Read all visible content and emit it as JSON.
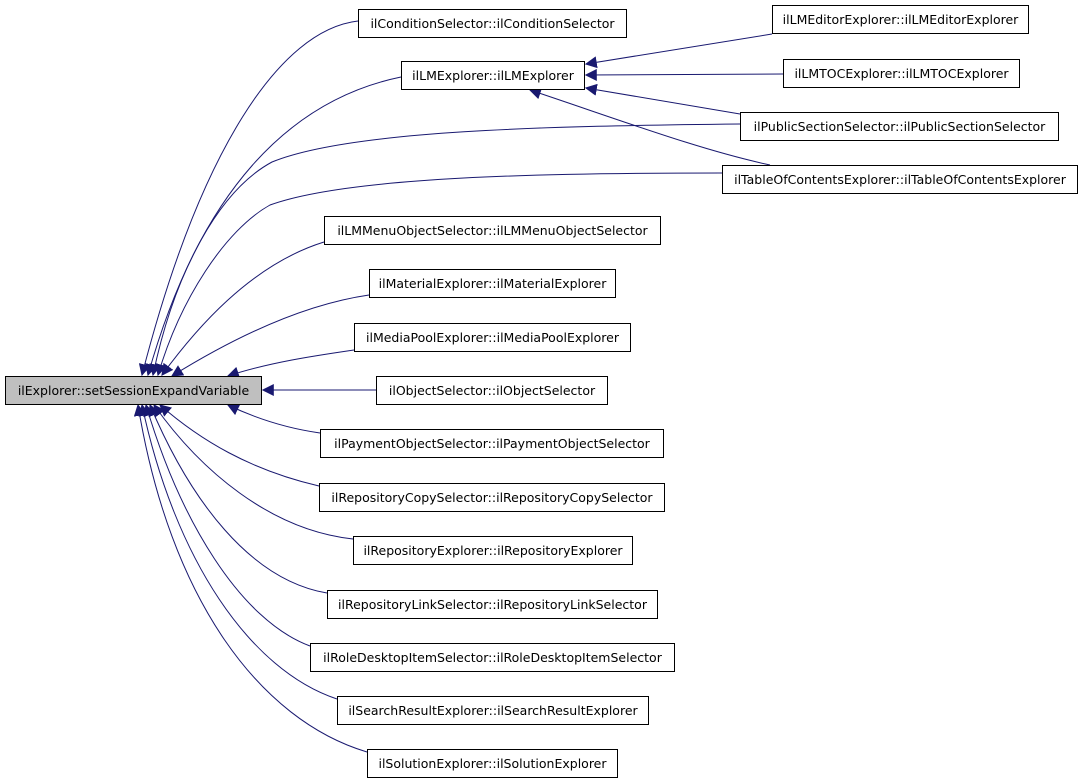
{
  "diagram": {
    "root": {
      "label": "ilExplorer::setSessionExpandVariable",
      "highlighted": true
    },
    "nodes": [
      {
        "id": "cond",
        "label": "ilConditionSelector::ilConditionSelector"
      },
      {
        "id": "lmexp",
        "label": "ilLMExplorer::ilLMExplorer"
      },
      {
        "id": "lmedit",
        "label": "ilLMEditorExplorer::ilLMEditorExplorer"
      },
      {
        "id": "lmtoc",
        "label": "ilLMTOCExplorer::ilLMTOCExplorer"
      },
      {
        "id": "pubsec",
        "label": "ilPublicSectionSelector::ilPublicSectionSelector"
      },
      {
        "id": "toc",
        "label": "ilTableOfContentsExplorer::ilTableOfContentsExplorer"
      },
      {
        "id": "lmmenu",
        "label": "ilLMMenuObjectSelector::ilLMMenuObjectSelector"
      },
      {
        "id": "material",
        "label": "ilMaterialExplorer::ilMaterialExplorer"
      },
      {
        "id": "mediapool",
        "label": "ilMediaPoolExplorer::ilMediaPoolExplorer"
      },
      {
        "id": "objsel",
        "label": "ilObjectSelector::ilObjectSelector"
      },
      {
        "id": "payment",
        "label": "ilPaymentObjectSelector::ilPaymentObjectSelector"
      },
      {
        "id": "repocopy",
        "label": "ilRepositoryCopySelector::ilRepositoryCopySelector"
      },
      {
        "id": "repoexp",
        "label": "ilRepositoryExplorer::ilRepositoryExplorer"
      },
      {
        "id": "repolink",
        "label": "ilRepositoryLinkSelector::ilRepositoryLinkSelector"
      },
      {
        "id": "roledesk",
        "label": "ilRoleDesktopItemSelector::ilRoleDesktopItemSelector"
      },
      {
        "id": "searchres",
        "label": "ilSearchResultExplorer::ilSearchResultExplorer"
      },
      {
        "id": "solution",
        "label": "ilSolutionExplorer::ilSolutionExplorer"
      }
    ],
    "edges": [
      {
        "from": "cond",
        "to": "root"
      },
      {
        "from": "lmexp",
        "to": "root"
      },
      {
        "from": "lmedit",
        "to": "lmexp"
      },
      {
        "from": "lmtoc",
        "to": "lmexp"
      },
      {
        "from": "pubsec",
        "to": "lmexp"
      },
      {
        "from": "toc",
        "to": "lmexp"
      },
      {
        "from": "pubsec",
        "to": "root"
      },
      {
        "from": "toc",
        "to": "root"
      },
      {
        "from": "lmmenu",
        "to": "root"
      },
      {
        "from": "material",
        "to": "root"
      },
      {
        "from": "mediapool",
        "to": "root"
      },
      {
        "from": "objsel",
        "to": "root"
      },
      {
        "from": "payment",
        "to": "root"
      },
      {
        "from": "repocopy",
        "to": "root"
      },
      {
        "from": "repoexp",
        "to": "root"
      },
      {
        "from": "repolink",
        "to": "root"
      },
      {
        "from": "roledesk",
        "to": "root"
      },
      {
        "from": "searchres",
        "to": "root"
      },
      {
        "from": "solution",
        "to": "root"
      }
    ],
    "colors": {
      "edge": "#191970",
      "node_border": "#000000",
      "node_fill": "#ffffff",
      "root_fill": "#bfbfbf",
      "text": "#000000"
    }
  }
}
